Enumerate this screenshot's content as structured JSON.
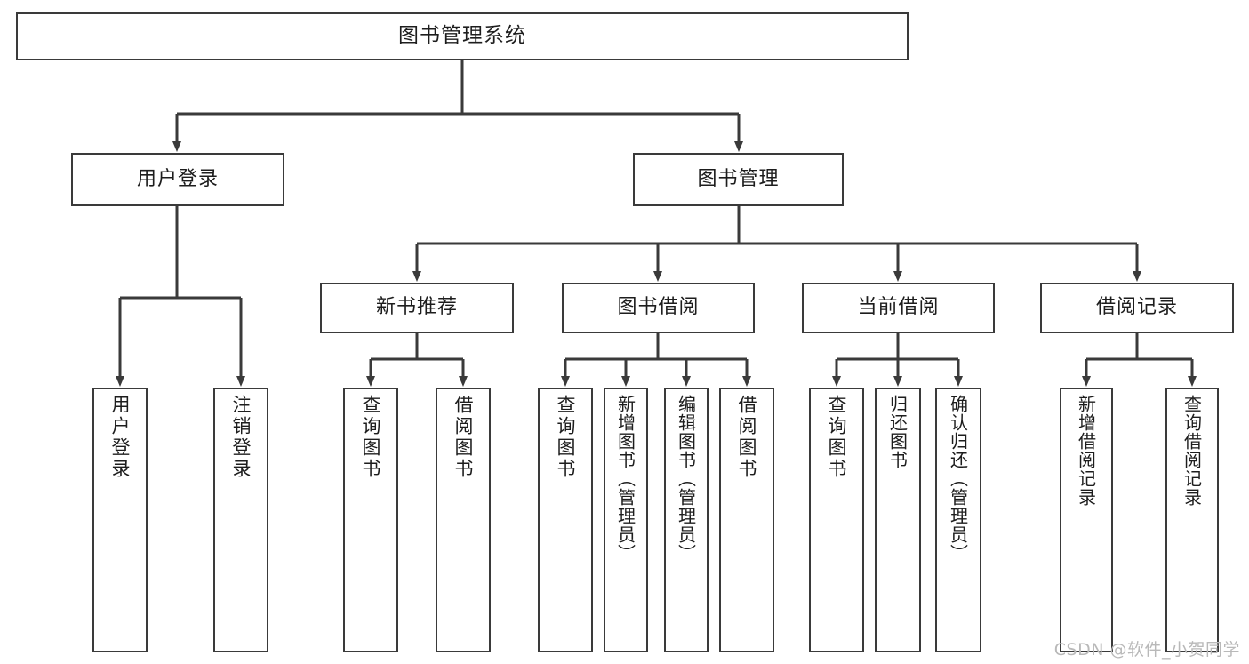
{
  "diagram": {
    "title": "图书管理系统",
    "type": "hierarchy-tree",
    "root": {
      "id": "root",
      "label": "图书管理系统"
    },
    "level2": [
      {
        "id": "user-login",
        "label": "用户登录"
      },
      {
        "id": "book-manage",
        "label": "图书管理"
      }
    ],
    "level3": [
      {
        "id": "new-book-rec",
        "label": "新书推荐",
        "parent": "book-manage"
      },
      {
        "id": "book-borrow",
        "label": "图书借阅",
        "parent": "book-manage"
      },
      {
        "id": "current-borrow",
        "label": "当前借阅",
        "parent": "book-manage"
      },
      {
        "id": "borrow-record",
        "label": "借阅记录",
        "parent": "book-manage"
      }
    ],
    "leaves": [
      {
        "id": "leaf-user-login",
        "label": "用户登录",
        "parent": "user-login"
      },
      {
        "id": "leaf-logout",
        "label": "注销登录",
        "parent": "user-login"
      },
      {
        "id": "leaf-query-book-1",
        "label": "查询图书",
        "parent": "new-book-rec"
      },
      {
        "id": "leaf-borrow-book-1",
        "label": "借阅图书",
        "parent": "new-book-rec"
      },
      {
        "id": "leaf-query-book-2",
        "label": "查询图书",
        "parent": "book-borrow"
      },
      {
        "id": "leaf-add-book",
        "label": "新增图书（管理员）",
        "parent": "book-borrow"
      },
      {
        "id": "leaf-edit-book",
        "label": "编辑图书（管理员）",
        "parent": "book-borrow"
      },
      {
        "id": "leaf-borrow-book-2",
        "label": "借阅图书",
        "parent": "book-borrow"
      },
      {
        "id": "leaf-query-book-3",
        "label": "查询图书",
        "parent": "current-borrow"
      },
      {
        "id": "leaf-return-book",
        "label": "归还图书",
        "parent": "current-borrow"
      },
      {
        "id": "leaf-confirm-return",
        "label": "确认归还（管理员）",
        "parent": "current-borrow"
      },
      {
        "id": "leaf-add-record",
        "label": "新增借阅记录",
        "parent": "borrow-record"
      },
      {
        "id": "leaf-query-record",
        "label": "查询借阅记录",
        "parent": "borrow-record"
      }
    ],
    "colors": {
      "box_border": "#3a3a3a",
      "box_fill": "#ffffff",
      "connector": "#3a3a3a",
      "text": "#1d1d1d",
      "watermark": "#b9b9b9",
      "background": "#ffffff"
    }
  },
  "watermark": {
    "text": "CSDN @软件_小贺同学"
  }
}
